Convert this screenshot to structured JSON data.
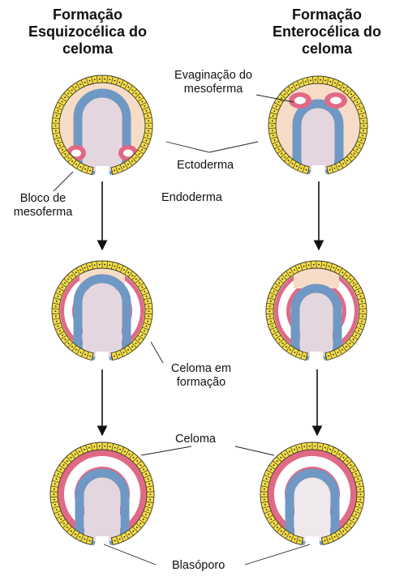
{
  "titles": {
    "left": [
      "Formação",
      "Esquizocélica do",
      "celoma"
    ],
    "right": [
      "Formação",
      "Enterocélica do",
      "celoma"
    ]
  },
  "labels": {
    "evaginacao": [
      "Evaginação do",
      "mesoferma"
    ],
    "ectoderma": "Ectoderma",
    "bloco": [
      "Bloco de",
      "mesoferma"
    ],
    "endoderma": "Endoderma",
    "celoma_formacao": [
      "Celoma em",
      "formação"
    ],
    "celoma": "Celoma",
    "blasporo": "Blasóporo"
  },
  "colors": {
    "ectoderm": "#f3dc47",
    "ectoderm_line": "#3a3a2a",
    "mesoderm": "#e06a86",
    "endoderm": "#6f98c4",
    "blastocoel": "#f6dcc6",
    "archenteron": "#e4d6df",
    "arrow": "#111111"
  }
}
